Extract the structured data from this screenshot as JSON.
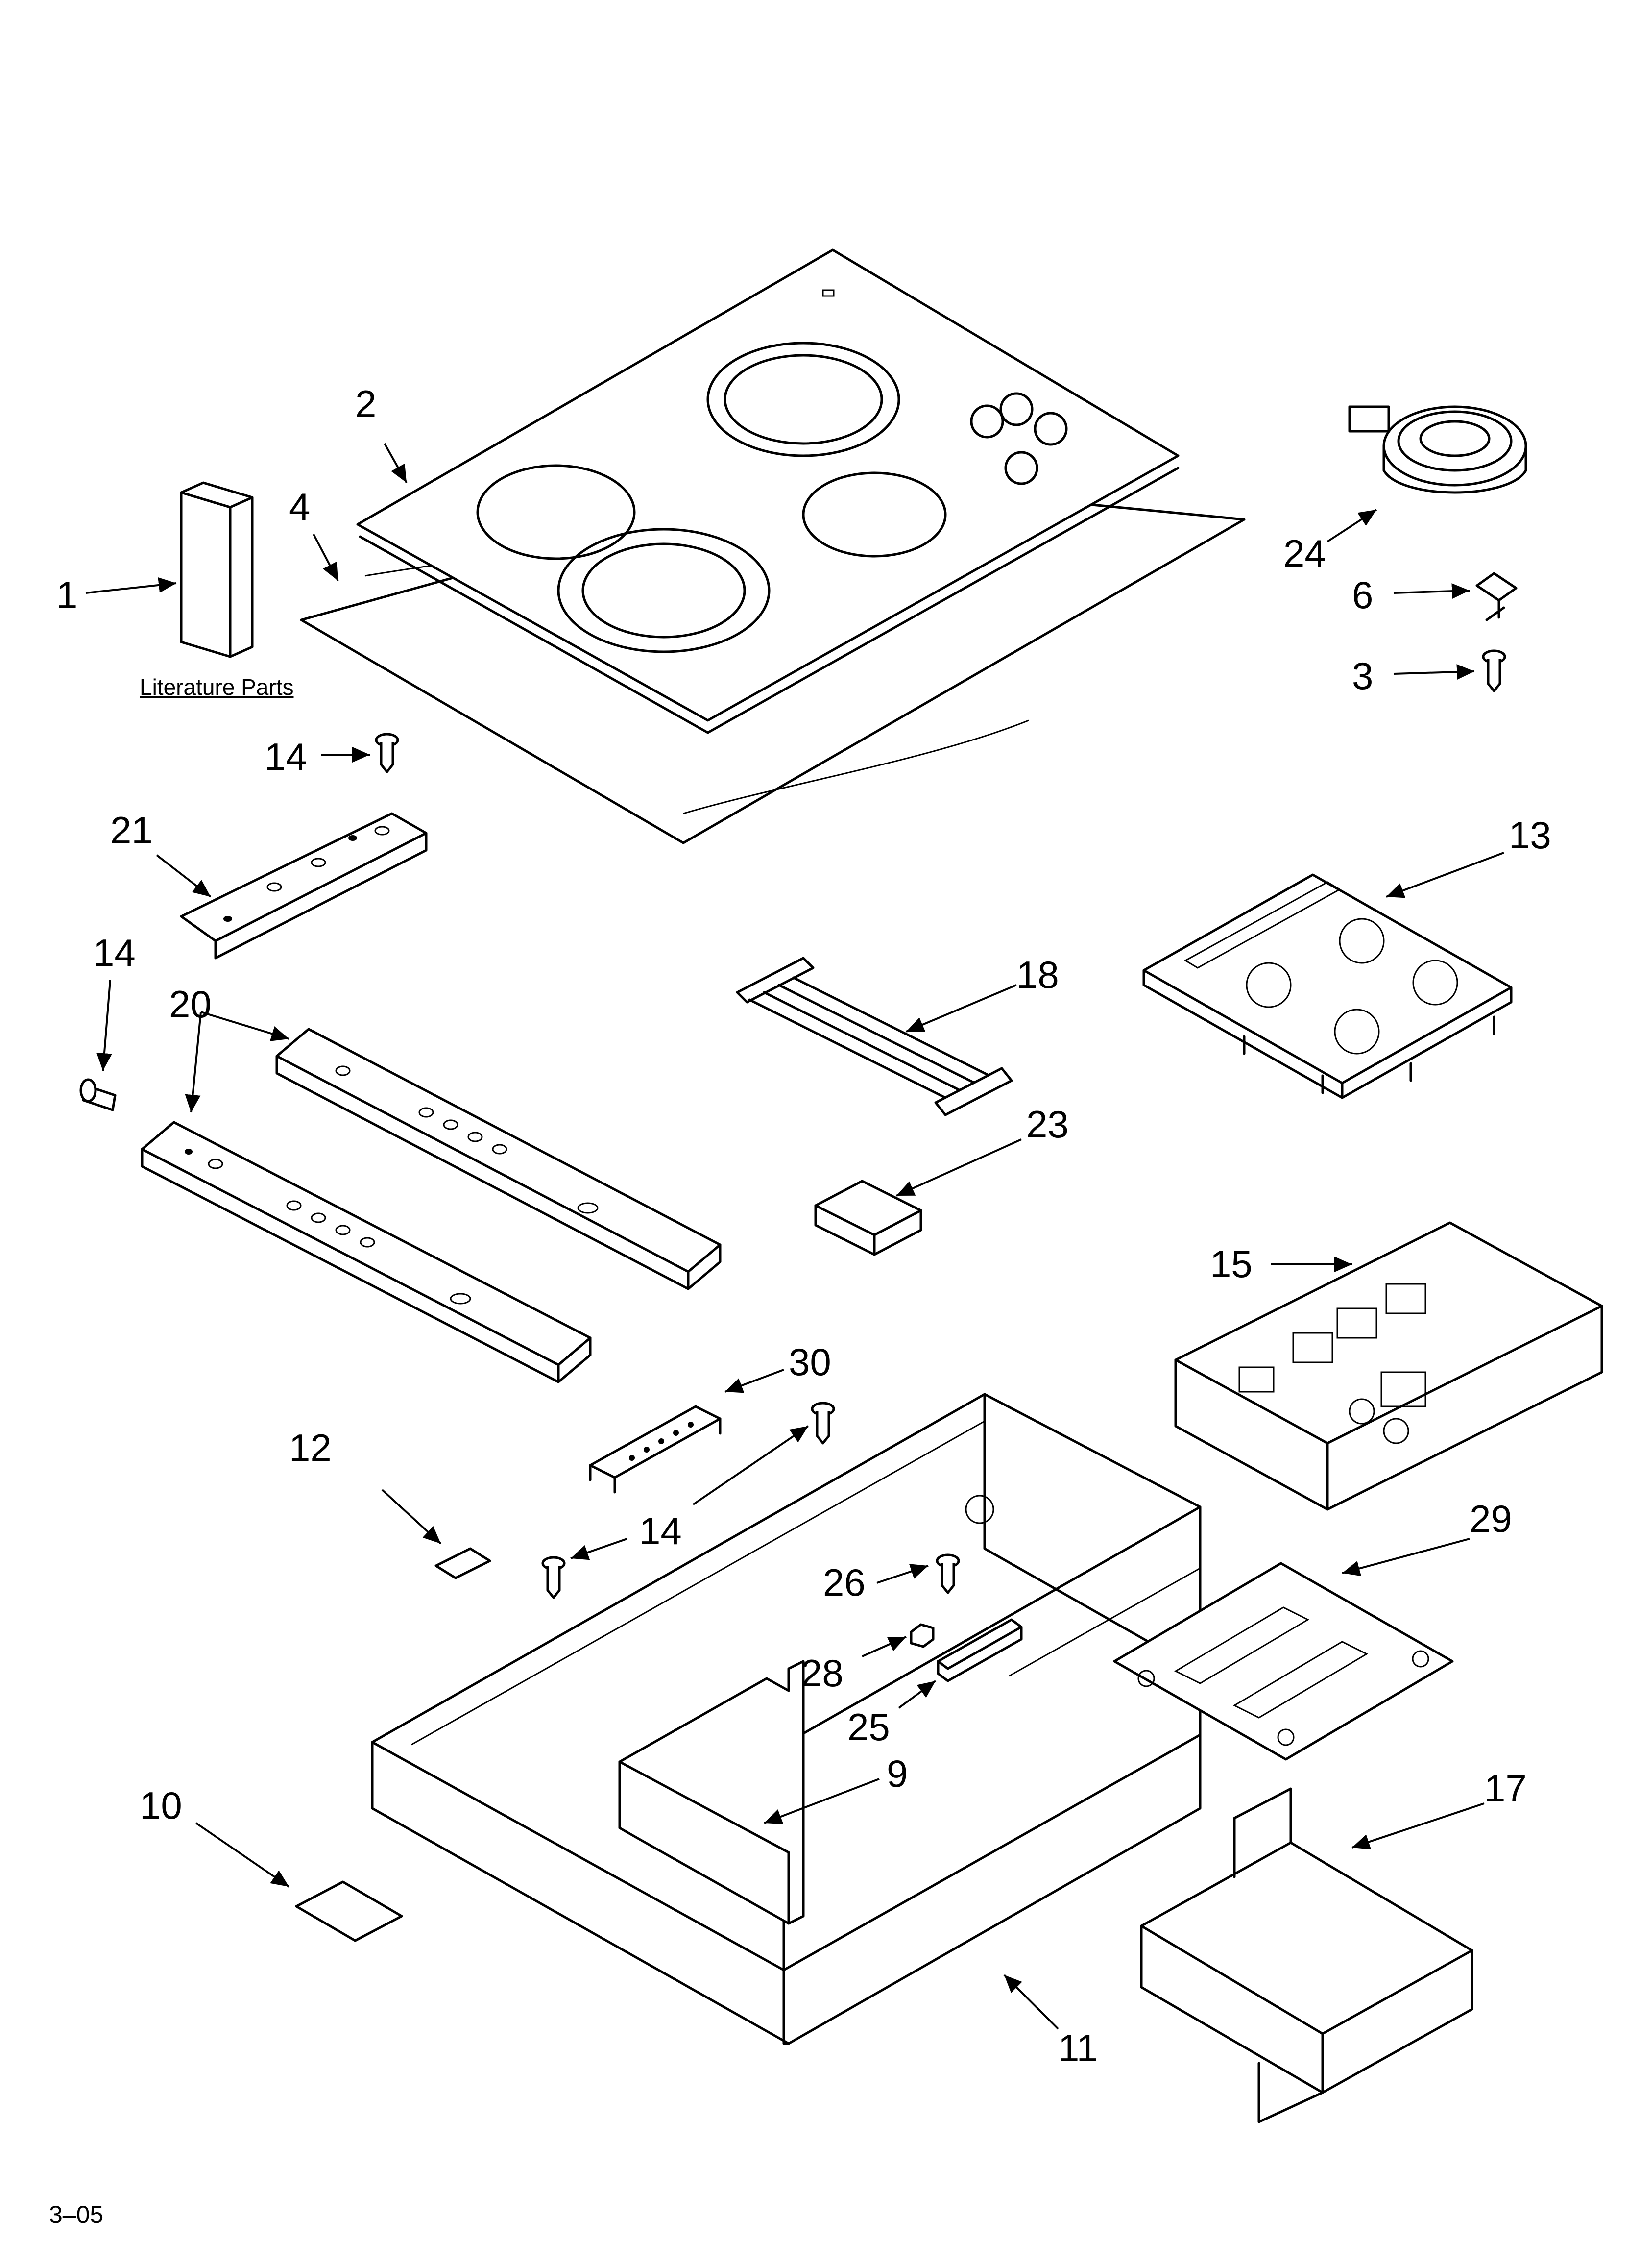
{
  "diagram": {
    "callouts": [
      "1",
      "2",
      "3",
      "4",
      "6",
      "9",
      "10",
      "11",
      "12",
      "13",
      "14",
      "14",
      "14",
      "14",
      "15",
      "17",
      "18",
      "20",
      "21",
      "23",
      "24",
      "25",
      "26",
      "28",
      "29",
      "30"
    ],
    "literature_label": "Literature Parts",
    "footer_code": "3–05"
  }
}
